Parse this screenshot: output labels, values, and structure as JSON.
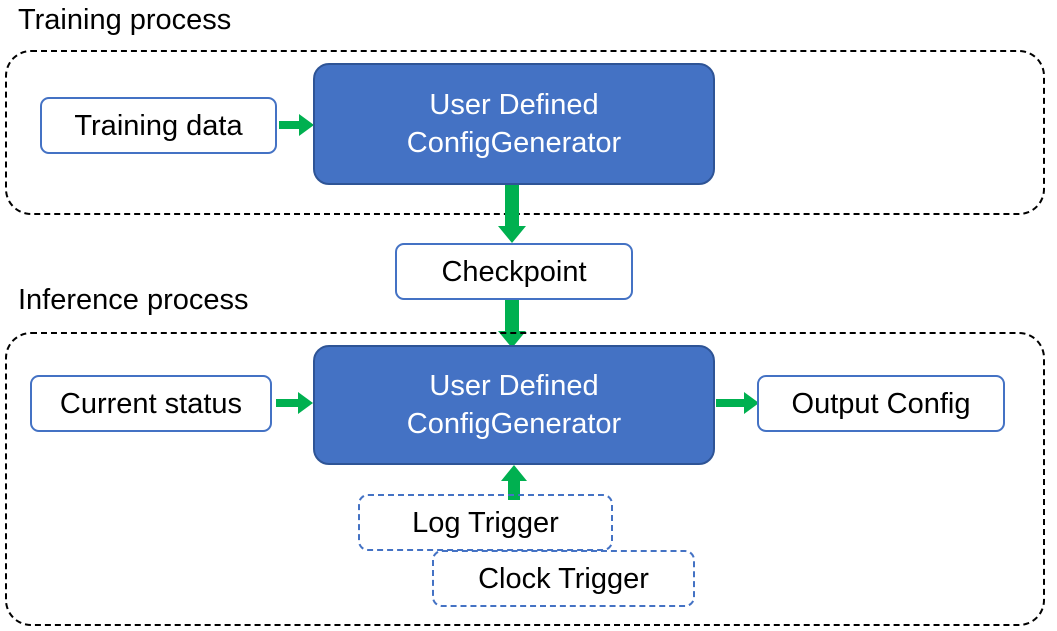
{
  "diagram": {
    "title_training": "Training process",
    "title_inference": "Inference process",
    "colors": {
      "process_fill": "#4472C4",
      "process_stroke": "#2E5496",
      "node_border": "#4472C4",
      "arrow": "#00B050",
      "group_border": "#000000",
      "text_dark": "#000000",
      "text_light": "#FFFFFF",
      "background": "#FFFFFF"
    }
  },
  "training": {
    "group_label": "Training process",
    "input_node": "Training data",
    "process_line1": "User Defined",
    "process_line2": "ConfigGenerator"
  },
  "bridge": {
    "checkpoint_node": "Checkpoint"
  },
  "inference": {
    "group_label": "Inference process",
    "input_node": "Current status",
    "process_line1": "User Defined",
    "process_line2": "ConfigGenerator",
    "output_node": "Output Config",
    "trigger_log": "Log Trigger",
    "trigger_clock": "Clock Trigger"
  },
  "edges": [
    {
      "id": "training-data-to-process",
      "from": "Training data",
      "to": "User Defined ConfigGenerator",
      "direction": "right"
    },
    {
      "id": "process-to-checkpoint",
      "from": "User Defined ConfigGenerator",
      "to": "Checkpoint",
      "direction": "down"
    },
    {
      "id": "checkpoint-to-inference-process",
      "from": "Checkpoint",
      "to": "User Defined ConfigGenerator",
      "direction": "down"
    },
    {
      "id": "current-status-to-process",
      "from": "Current status",
      "to": "User Defined ConfigGenerator",
      "direction": "right"
    },
    {
      "id": "process-to-output-config",
      "from": "User Defined ConfigGenerator",
      "to": "Output Config",
      "direction": "right"
    },
    {
      "id": "triggers-to-process",
      "from": "Log Trigger / Clock Trigger",
      "to": "User Defined ConfigGenerator",
      "direction": "up"
    }
  ]
}
